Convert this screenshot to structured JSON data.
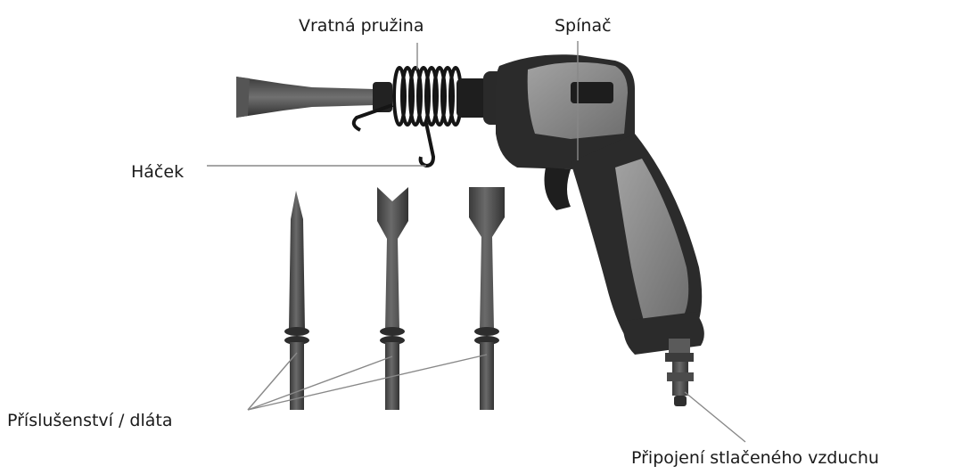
{
  "labels": {
    "return_spring": "Vratná pružina",
    "switch": "Spínač",
    "hook": "Háček",
    "accessories": "Příslušenství / dláta",
    "air_connection": "Připojení stlačeného vzduchu"
  },
  "colors": {
    "body_dark": "#2b2b2b",
    "body_grey": "#8a8a8a",
    "steel": "#4a4a4a",
    "leader_line": "#888888",
    "text": "#1a1a1a"
  },
  "icons": {
    "tool": "pneumatic-chisel-hammer",
    "bits": [
      "point-chisel",
      "fork-chisel",
      "flat-chisel"
    ]
  }
}
